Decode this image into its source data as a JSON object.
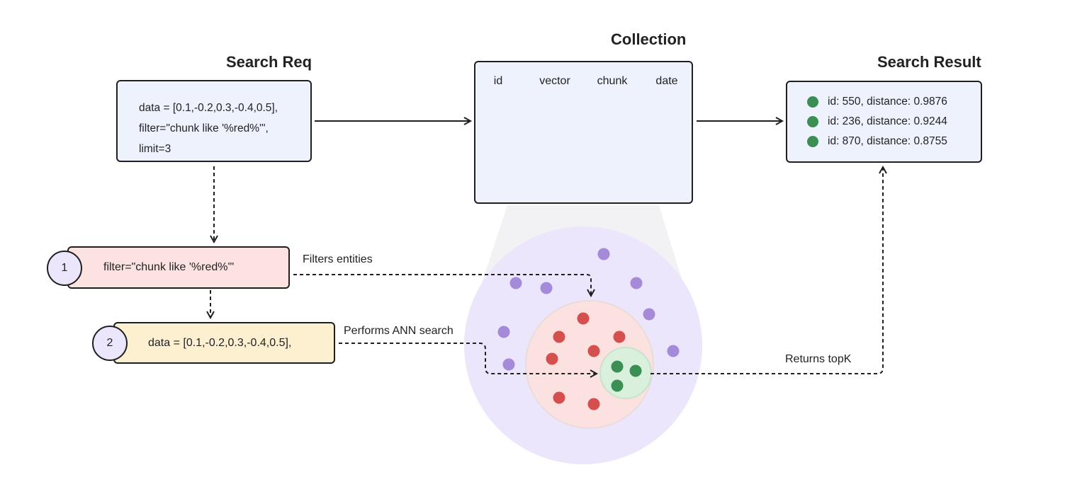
{
  "search_req": {
    "title": "Search Req",
    "lines": [
      "data = [0.1,-0.2,0.3,-0.4,0.5],",
      "filter=\"chunk like '%red%'\",",
      "limit=3"
    ]
  },
  "collection": {
    "title": "Collection",
    "columns": [
      "id",
      "vector",
      "chunk",
      "date"
    ]
  },
  "search_result": {
    "title": "Search Result",
    "rows": [
      "id: 550, distance: 0.9876",
      "id: 236, distance: 0.9244",
      "id: 870, distance: 0.8755"
    ]
  },
  "steps": [
    {
      "number": "1",
      "text": "filter=\"chunk like '%red%'\""
    },
    {
      "number": "2",
      "text": "data = [0.1,-0.2,0.3,-0.4,0.5],"
    }
  ],
  "annotations": {
    "filters": "Filters entities",
    "ann": "Performs ANN search",
    "topk": "Returns topK"
  },
  "colors": {
    "box_fill": "#eef2fd",
    "step1_fill": "#fde2e2",
    "step2_fill": "#fdf0d0",
    "outer_circle": "#ebe6fb",
    "purple_dot": "#a48ad8",
    "red_dot": "#d64f4f",
    "green_dot": "#3b8f55",
    "inner_red_circle": "#fbe1df",
    "inner_green_circle": "#d9f0dc"
  }
}
